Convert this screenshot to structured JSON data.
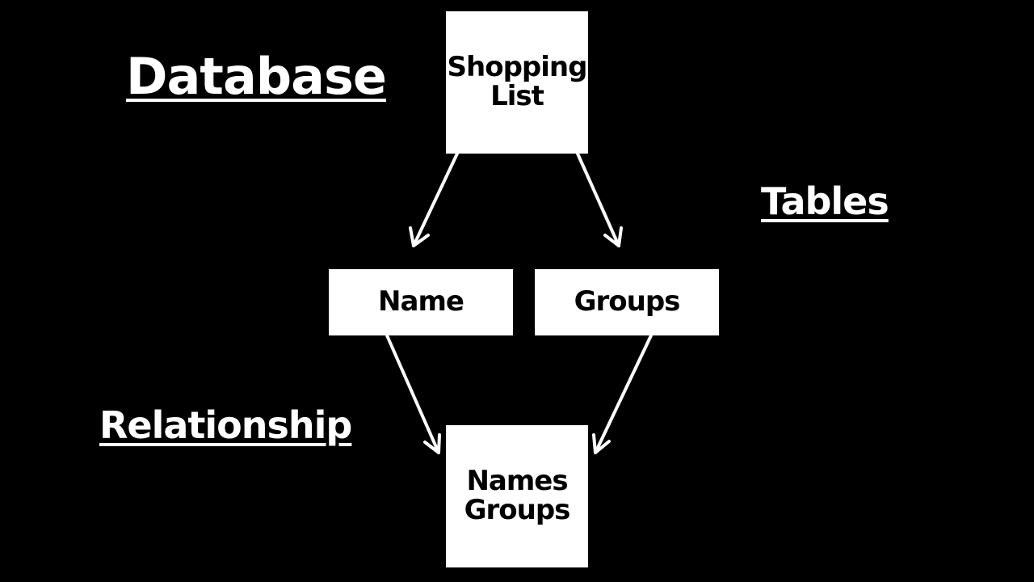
{
  "labels": {
    "database": "Database",
    "tables": "Tables",
    "relationship": "Relationship"
  },
  "nodes": {
    "shopping_list": {
      "line1": "Shopping",
      "line2": "List"
    },
    "name": {
      "label": "Name"
    },
    "groups": {
      "label": "Groups"
    },
    "names_groups": {
      "line1": "Names",
      "line2": "Groups"
    }
  },
  "edges": [
    {
      "from": "Shopping List",
      "to": "Name"
    },
    {
      "from": "Shopping List",
      "to": "Groups"
    },
    {
      "from": "Name",
      "to": "Names Groups"
    },
    {
      "from": "Groups",
      "to": "Names Groups"
    }
  ],
  "colors": {
    "background": "#000000",
    "foreground": "#ffffff",
    "box_text": "#000000"
  }
}
